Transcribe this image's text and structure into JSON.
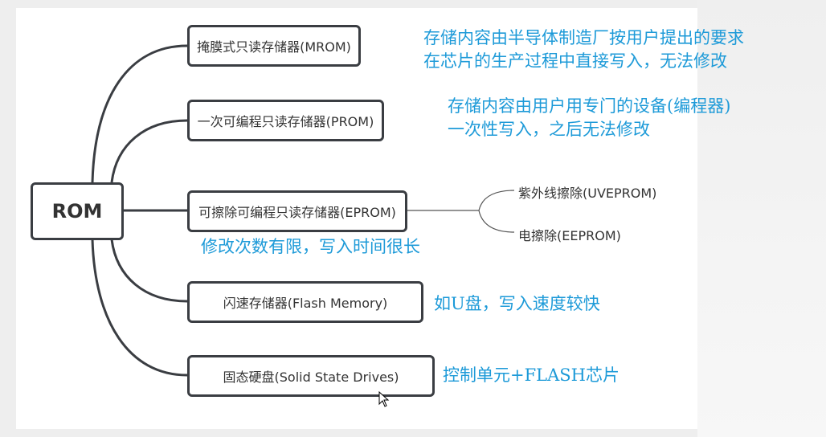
{
  "root": {
    "label": "ROM"
  },
  "branches": [
    {
      "label": "掩膜式只读存储器(MROM)",
      "notes": [
        "存储内容由半导体制造厂按用户提出的要求",
        "在芯片的生产过程中直接写入，无法修改"
      ]
    },
    {
      "label": "一次可编程只读存储器(PROM)",
      "notes": [
        "存储内容由用户用专门的设备(编程器)",
        "一次性写入，之后无法修改"
      ]
    },
    {
      "label": "可擦除可编程只读存储器(EPROM)",
      "notes": [
        "修改次数有限，写入时间很长"
      ],
      "children": [
        "紫外线擦除(UVEPROM)",
        "电擦除(EEPROM)"
      ]
    },
    {
      "label": "闪速存储器(Flash Memory)",
      "notes": [
        "如U盘，写入速度较快"
      ]
    },
    {
      "label": "固态硬盘(Solid State Drives)",
      "notes": [
        "控制单元+FLASH芯片"
      ]
    }
  ],
  "colors": {
    "note": "#1d9ad8",
    "border": "#3a3d42"
  }
}
